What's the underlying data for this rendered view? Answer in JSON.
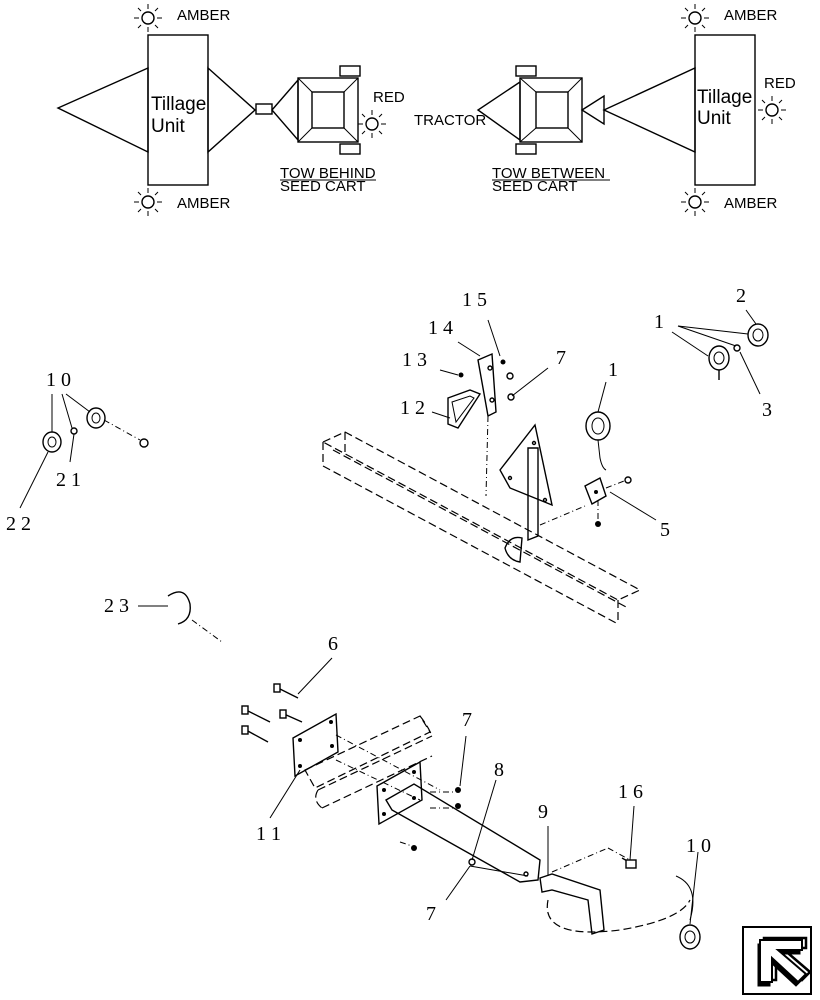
{
  "schematic": {
    "tow_behind": {
      "unit_label_line1": "Tillage",
      "unit_label_line2": "Unit",
      "amber_top": "AMBER",
      "amber_bottom": "AMBER",
      "red": "RED",
      "caption_line1": "TOW BEHIND",
      "caption_line2": "SEED CART"
    },
    "tow_between": {
      "unit_label_line1": "Tillage",
      "unit_label_line2": "Unit",
      "amber_top": "AMBER",
      "amber_bottom": "AMBER",
      "red": "RED",
      "tractor": "TRACTOR",
      "caption_line1": "TOW BETWEEN",
      "caption_line2": "SEED CART"
    }
  },
  "callouts": {
    "c1a": "1",
    "c1b": "1",
    "c2": "2",
    "c3": "3",
    "c5": "5",
    "c6": "6",
    "c7a": "7",
    "c7b": "7",
    "c7c": "7",
    "c8": "8",
    "c9": "9",
    "c10a": "1 0",
    "c10b": "1 0",
    "c11": "1 1",
    "c12": "1 2",
    "c13": "1 3",
    "c14": "1 4",
    "c15": "1 5",
    "c16": "1 6",
    "c21": "2 1",
    "c22": "2 2",
    "c23": "2 3"
  },
  "nav": {
    "icon": "arrow-down-left-icon"
  }
}
